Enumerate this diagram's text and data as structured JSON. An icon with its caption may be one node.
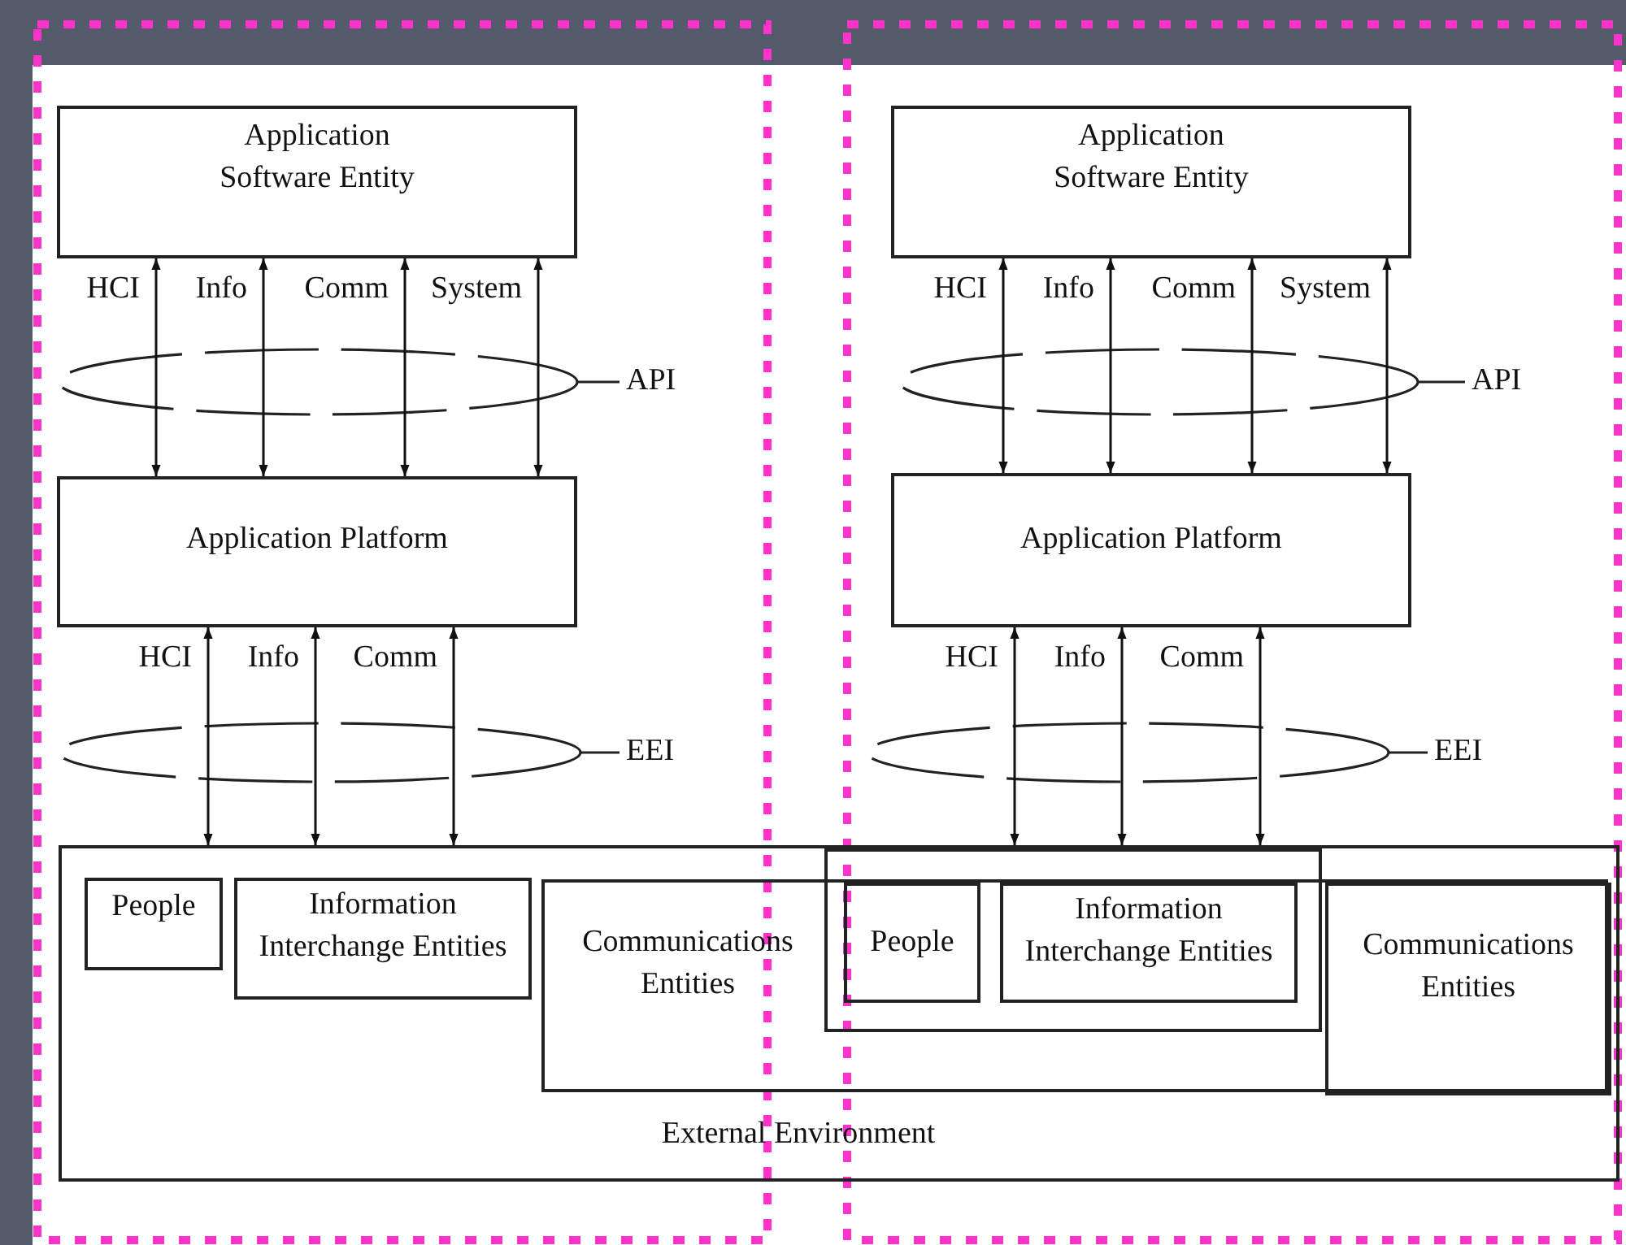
{
  "diagram": {
    "nodes": [
      {
        "text": [
          "Application Software Entity"
        ]
      },
      {
        "text": [
          "Application Platform"
        ]
      },
      {
        "text": [
          "Application Software Entity"
        ]
      },
      {
        "text": [
          "Application Platform"
        ]
      },
      {
        "text": [
          "External Environment"
        ]
      },
      {
        "text": [
          "People"
        ],
        "in": 4
      },
      {
        "text": [
          "Information Interchange Entities"
        ],
        "in": 4
      },
      {
        "text": [
          "Communications Entities"
        ],
        "in": 4
      },
      {
        "text": [],
        "shape": "box",
        "in": 4
      },
      {
        "text": [
          "People"
        ],
        "in": 8
      },
      {
        "text": [
          "Information Interchange Entities"
        ],
        "in": 8
      },
      {
        "text": [
          "Communications Entities"
        ],
        "in": 7
      }
    ],
    "edges": [
      {
        "from": 0,
        "to": 1,
        "arrow": "both",
        "label": "HCI"
      },
      {
        "from": 0,
        "to": 1,
        "arrow": "both",
        "label": "Info"
      },
      {
        "from": 0,
        "to": 1,
        "arrow": "both",
        "label": "Comm"
      },
      {
        "from": 0,
        "to": 1,
        "arrow": "both",
        "label": "System"
      },
      {
        "from": 1,
        "to": 4,
        "arrow": "both",
        "label": "HCI"
      },
      {
        "from": 1,
        "to": 4,
        "arrow": "both",
        "label": "Info"
      },
      {
        "from": 1,
        "to": 4,
        "arrow": "both",
        "label": "Comm"
      },
      {
        "from": 2,
        "to": 3,
        "arrow": "both",
        "label": "HCI"
      },
      {
        "from": 2,
        "to": 3,
        "arrow": "both",
        "label": "Info"
      },
      {
        "from": 2,
        "to": 3,
        "arrow": "both",
        "label": "Comm"
      },
      {
        "from": 2,
        "to": 3,
        "arrow": "both",
        "label": "System"
      },
      {
        "from": 3,
        "to": 4,
        "arrow": "both",
        "label": "HCI"
      },
      {
        "from": 3,
        "to": 4,
        "arrow": "both",
        "label": "Info"
      },
      {
        "from": 3,
        "to": 4,
        "arrow": "both",
        "label": "Comm"
      }
    ],
    "labels": [
      "API",
      "EEI",
      "API",
      "EEI"
    ]
  }
}
